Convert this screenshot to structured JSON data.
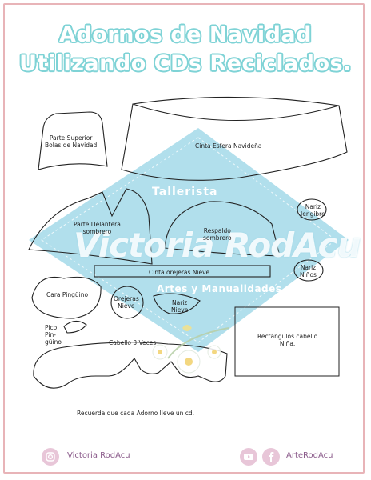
{
  "title_line1": "Adornos de Navidad",
  "title_line2": "Utilizando CDs Reciclados.",
  "watermark": {
    "tallerista": "Tallerista",
    "name": "Victoria RodAcu",
    "arts": "Artes y Manualidades"
  },
  "labels": {
    "parte_superior": "Parte Superior\nBolas de Navidad",
    "cinta_esfera": "Cinta Esfera Navideña",
    "parte_delantera": "Parte Delantera\nsombrero",
    "respaldo": "Respaldo\nsombrero",
    "nariz_jengibre": "Nariz\nJengibre",
    "cinta_orejeras": "Cinta orejeras Nieve",
    "nariz_ninos": "Nariz\nNiños",
    "cara_pinguino": "Cara Pingüino",
    "orejeras_nieve": "Orejeras\nNieve",
    "nariz_nieve": "Nariz\nNieve",
    "pico": "Pico\nPin-\ngüino",
    "cabello": "Cabello 3 Veces",
    "rectangulos": "Rectángulos cabello\nNiña."
  },
  "note": "Recuerda que cada Adorno lleve un cd.",
  "footer": {
    "instagram_name": "Victoria RodAcu",
    "brand_name": "ArteRodAcu"
  },
  "colors": {
    "border": "#e8b4b8",
    "title_outline": "#7fd3d6",
    "watermark_diamond": "#a9dcea",
    "footer_text": "#8a5a8a"
  },
  "icons": [
    "instagram-icon",
    "youtube-icon",
    "facebook-icon"
  ]
}
